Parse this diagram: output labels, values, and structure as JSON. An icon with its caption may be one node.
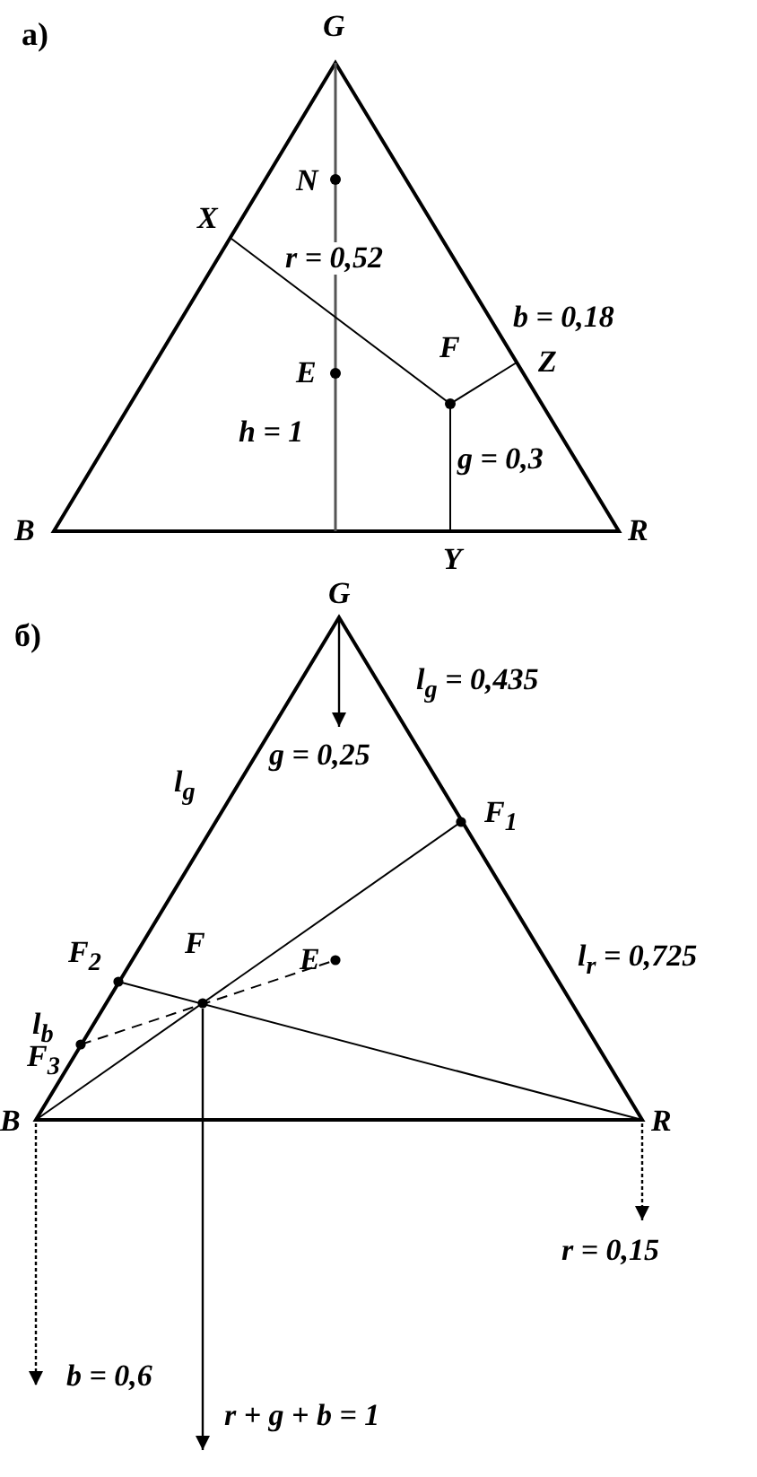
{
  "diagram": {
    "labels": [
      "a)",
      "G",
      "N",
      "X",
      "r = 0,52",
      "b = 0,18",
      "F",
      "Z",
      "E",
      "h = 1",
      "g = 0,3",
      "B",
      "Y",
      "R",
      "б)",
      "G",
      "l$_{g}$ = 0,435",
      "g = 0,25",
      "l$_{g}$",
      "F$_{1}$",
      "F$_{2}$",
      "F",
      "E",
      "l$_{r}$ = 0,725",
      "l$_{b}$",
      "F$_{3}$",
      "B",
      "R",
      "r = 0,15",
      "b = 0,6",
      "r + g + b = 1"
    ]
  }
}
